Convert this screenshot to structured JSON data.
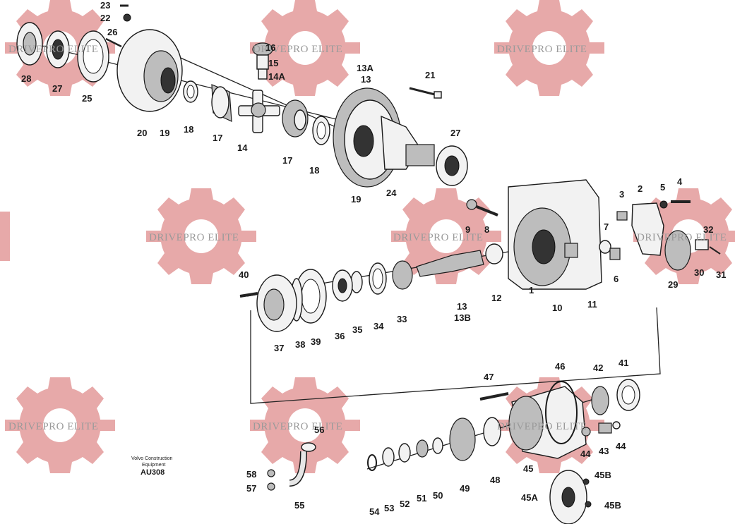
{
  "watermark": {
    "text": "DRIVEPRO ELITE",
    "color": "#e39a9a"
  },
  "note": {
    "line1": "Volvo Construction",
    "line2": "Equipment",
    "code": "AU308"
  },
  "callouts": [
    "23",
    "22",
    "26",
    "16",
    "15",
    "14A",
    "13A",
    "13",
    "21",
    "28",
    "27",
    "25",
    "20",
    "19",
    "18",
    "17",
    "14",
    "17",
    "18",
    "19",
    "24",
    "27",
    "3",
    "2",
    "5",
    "4",
    "9",
    "8",
    "7",
    "32",
    "6",
    "29",
    "30",
    "31",
    "40",
    "1",
    "12",
    "13",
    "13B",
    "10",
    "11",
    "37",
    "38",
    "39",
    "36",
    "35",
    "34",
    "33",
    "47",
    "46",
    "42",
    "41",
    "56",
    "58",
    "57",
    "55",
    "54",
    "53",
    "52",
    "51",
    "50",
    "49",
    "48",
    "44",
    "43",
    "44",
    "45",
    "45B",
    "45A",
    "45B"
  ]
}
